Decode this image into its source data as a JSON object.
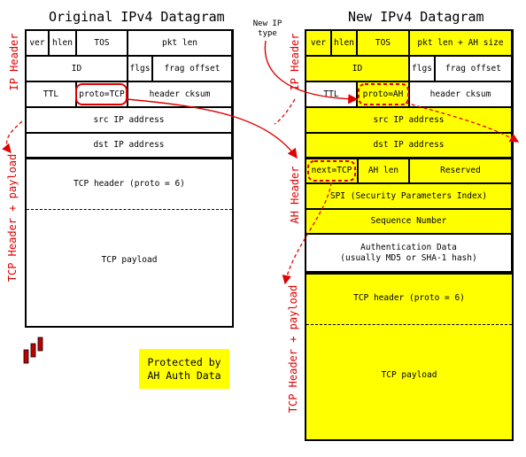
{
  "left": {
    "title": "Original IPv4 Datagram",
    "side_ip": "IP Header",
    "side_tcp": "TCP Header + payload",
    "cells": {
      "ver": "ver",
      "hlen": "hlen",
      "tos": "TOS",
      "pktlen": "pkt len",
      "id": "ID",
      "flgs": "flgs",
      "fragoff": "frag offset",
      "ttl": "TTL",
      "proto": "proto=TCP",
      "cksum": "header cksum",
      "src": "src IP address",
      "dst": "dst IP address"
    },
    "tcp_header": "TCP header (proto = 6)",
    "tcp_payload": "TCP payload"
  },
  "right": {
    "title": "New IPv4 Datagram",
    "side_ip": "IP Header",
    "side_ah": "AH Header",
    "side_tcp": "TCP Header + payload",
    "cells": {
      "ver": "ver",
      "hlen": "hlen",
      "tos": "TOS",
      "pktlen": "pkt len + AH size",
      "id": "ID",
      "flgs": "flgs",
      "fragoff": "frag offset",
      "ttl": "TTL",
      "proto": "proto=AH",
      "cksum": "header cksum",
      "src": "src IP address",
      "dst": "dst IP address",
      "next": "next=TCP",
      "ahlen": "AH len",
      "reserved": "Reserved",
      "spi": "SPI (Security Parameters Index)",
      "seq": "Sequence Number",
      "auth": "Authentication Data\n(usually MD5 or SHA-1 hash)"
    },
    "tcp_header": "TCP header (proto = 6)",
    "tcp_payload": "TCP payload"
  },
  "new_ip_type": "New IP\ntype",
  "protected": "Protected by\nAH Auth Data",
  "colors": {
    "highlight": "#ffff00",
    "arrow": "#e00000"
  }
}
